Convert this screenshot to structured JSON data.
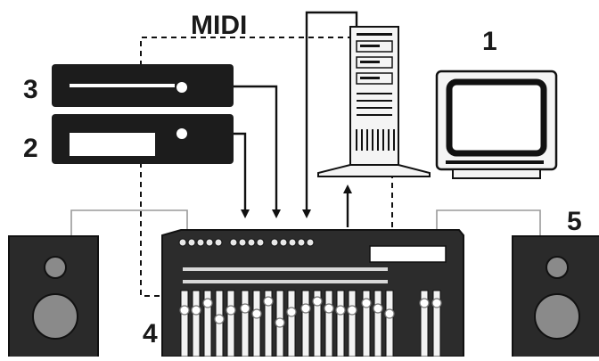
{
  "labels": {
    "midi": "MIDI",
    "computer_monitor": "1",
    "sound_module": "2",
    "synth_module": "3",
    "mixer": "4",
    "speakers": "5"
  },
  "colors": {
    "device": "#1c1c1c",
    "outline": "#111111",
    "light_gray": "#f4f4f4",
    "mid_gray": "#8a8a8a",
    "speaker_wire": "#9a9a9a"
  }
}
